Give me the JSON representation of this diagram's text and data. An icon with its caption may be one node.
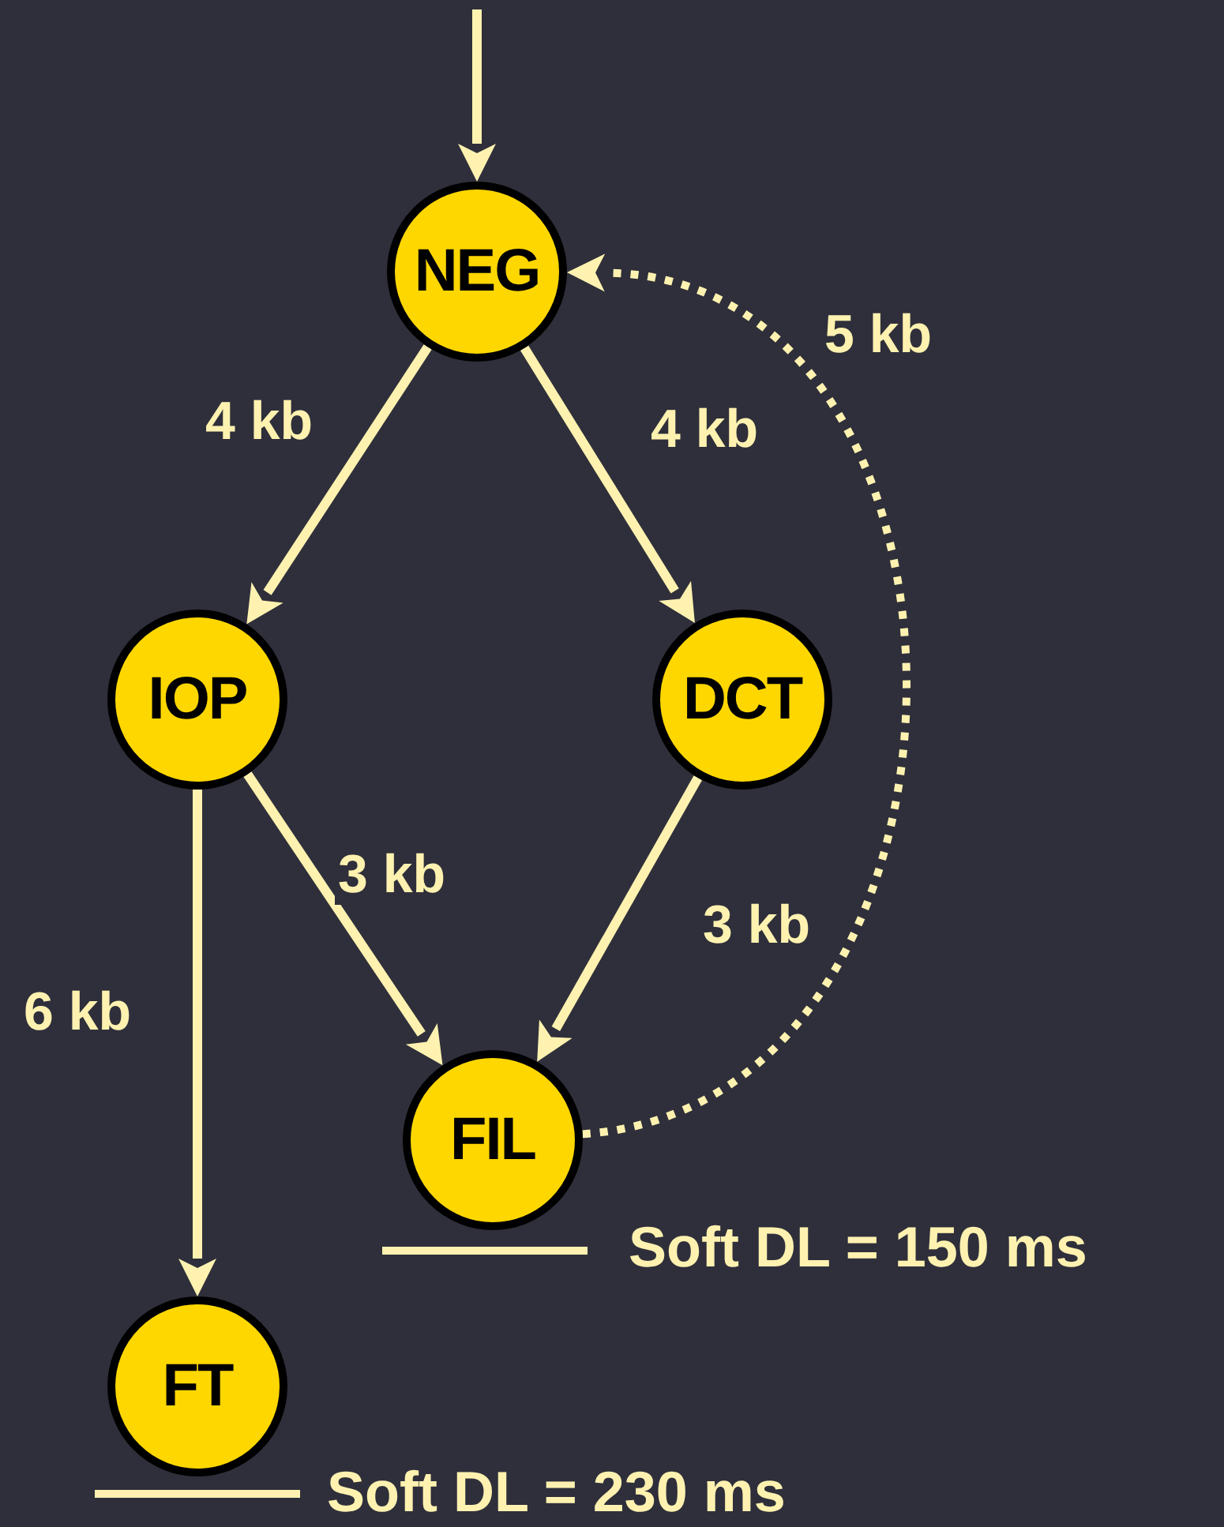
{
  "diagram": {
    "nodes": [
      {
        "text": [
          "NEG"
        ]
      },
      {
        "text": [
          "IOP"
        ]
      },
      {
        "text": [
          "DCT"
        ]
      },
      {
        "text": [
          "FIL"
        ],
        "beside": [
          "Soft DL = 150 ms"
        ]
      },
      {
        "text": [
          "FT"
        ],
        "beside": [
          "Soft DL = 230 ms"
        ]
      }
    ],
    "edges": [
      {
        "from": null,
        "to": 0,
        "arrow": "to"
      },
      {
        "from": 0,
        "to": 1,
        "label": "4 kb",
        "arrow": "to"
      },
      {
        "from": 0,
        "to": 2,
        "label": "4 kb",
        "arrow": "to"
      },
      {
        "from": 1,
        "to": 3,
        "label": "3 kb",
        "arrow": "to"
      },
      {
        "from": 2,
        "to": 3,
        "label": "3 kb",
        "arrow": "to"
      },
      {
        "from": 1,
        "to": 4,
        "label": "6 kb",
        "arrow": "to"
      },
      {
        "from": 3,
        "to": 0,
        "label": "5 kb",
        "arrow": "to",
        "style": "dashed"
      }
    ]
  }
}
